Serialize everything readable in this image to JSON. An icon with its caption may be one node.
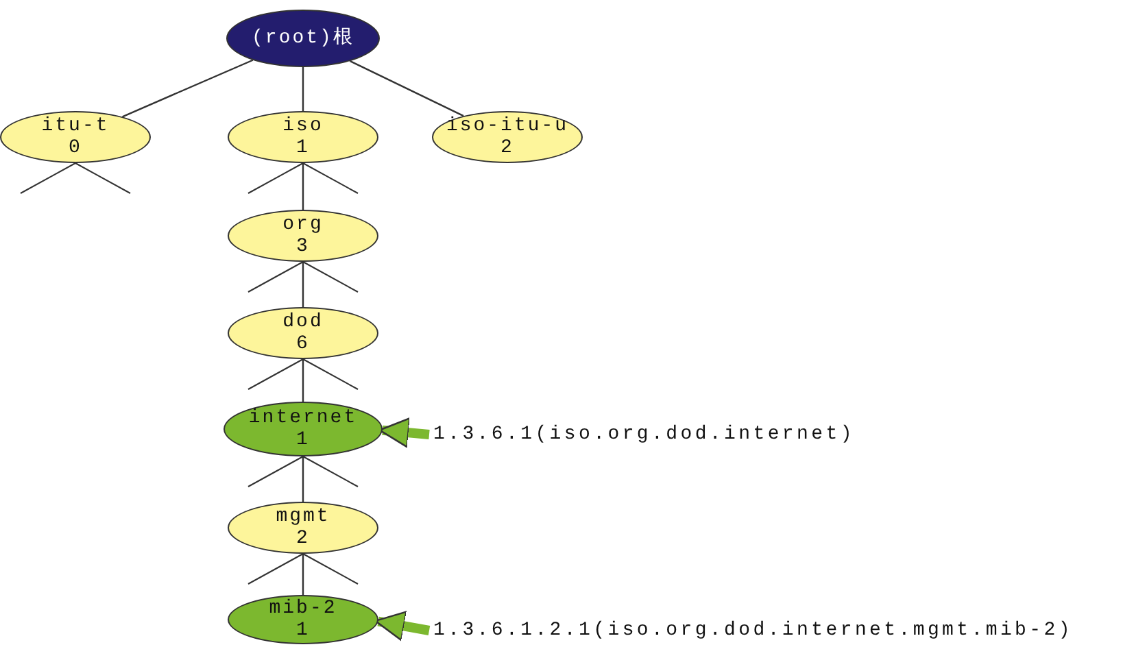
{
  "diagram": {
    "nodes": [
      {
        "text": [
          "(root)根"
        ]
      },
      {
        "text": [
          "itu-t",
          "0"
        ]
      },
      {
        "text": [
          "iso",
          "1"
        ]
      },
      {
        "text": [
          "iso-itu-u",
          "2"
        ]
      },
      {
        "text": [
          "org",
          "3"
        ]
      },
      {
        "text": [
          "dod",
          "6"
        ]
      },
      {
        "text": [
          "internet",
          "1"
        ]
      },
      {
        "text": [
          "mgmt",
          "2"
        ]
      },
      {
        "text": [
          "mib-2",
          "1"
        ]
      },
      {
        "text": [
          "1.3.6.1(iso.org.dod.internet)"
        ]
      },
      {
        "text": [
          "1.3.6.1.2.1(iso.org.dod.internet.mgmt.mib-2)"
        ]
      }
    ],
    "edges": [
      {
        "from": 0,
        "to": 1,
        "arrow": "none"
      },
      {
        "from": 0,
        "to": 2,
        "arrow": "none"
      },
      {
        "from": 0,
        "to": 3,
        "arrow": "none"
      },
      {
        "from": 2,
        "to": 4,
        "arrow": "none"
      },
      {
        "from": 4,
        "to": 5,
        "arrow": "none"
      },
      {
        "from": 5,
        "to": 6,
        "arrow": "none"
      },
      {
        "from": 6,
        "to": 7,
        "arrow": "none"
      },
      {
        "from": 7,
        "to": 8,
        "arrow": "none"
      },
      {
        "from": 9,
        "to": 6,
        "arrow": "to",
        "style": "thick",
        "color": "#7cb82f"
      },
      {
        "from": 10,
        "to": 8,
        "arrow": "to",
        "style": "thick",
        "color": "#7cb82f"
      }
    ]
  }
}
